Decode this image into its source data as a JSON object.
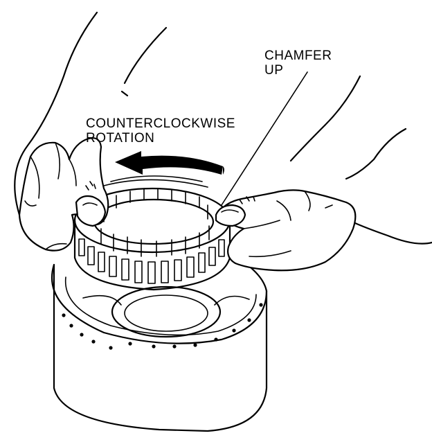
{
  "labels": {
    "chamfer": [
      "CHAMFER",
      "UP"
    ],
    "rotation": [
      "COUNTERCLOCKWISE",
      "ROTATION"
    ]
  },
  "colors": {
    "ink": "#000000",
    "paper": "#ffffff"
  },
  "icons": {
    "arrow": "curved-arrow-left-icon"
  }
}
